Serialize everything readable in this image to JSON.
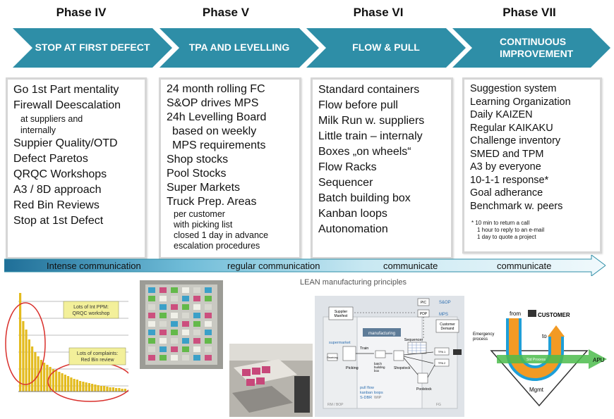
{
  "phases": [
    {
      "title": "Phase IV",
      "banner": "STOP AT FIRST DEFECT"
    },
    {
      "title": "Phase V",
      "banner": "TPA AND LEVELLING"
    },
    {
      "title": "Phase VI",
      "banner": "FLOW & PULL"
    },
    {
      "title": "Phase VII",
      "banner": "CONTINUOUS IMPROVEMENT"
    }
  ],
  "phase4_items": {
    "i0": "Go 1st Part mentality",
    "i1": "Firewall Deescalation",
    "i1a": "at suppliers and",
    "i1b": "internally",
    "i2": "Suppier Quality/OTD",
    "i3": "Defect Paretos",
    "i4": "QRQC Workshops",
    "i5": "A3 / 8D approach",
    "i6": "Red Bin Reviews",
    "i7": "Stop at 1st Defect"
  },
  "phase5_items": {
    "i0": "24 month rolling FC",
    "i1": "S&OP drives MPS",
    "i2": "24h Levelling Board",
    "i2a": "based on weekly",
    "i2b": "MPS requirements",
    "i3": "Shop stocks",
    "i4": "Pool Stocks",
    "i5": "Super Markets",
    "i6": "Truck Prep. Areas",
    "i6a": "per customer",
    "i6b": "with picking list",
    "i6c": "closed 1 day in advance",
    "i6d": "escalation procedures"
  },
  "phase6_items": [
    "Standard containers",
    "Flow before pull",
    "Milk Run w. suppliers",
    "Little train – internaly",
    "Boxes „on wheels“",
    "Flow Racks",
    "Sequencer",
    "Batch building box",
    "Kanban loops",
    "Autonomation"
  ],
  "phase7_items": [
    "Suggestion system",
    "Learning Organization",
    "Daily KAIZEN",
    "Regular KAIKAKU",
    "Challenge inventory",
    "SMED and TPM",
    "A3 by everyone",
    "10-1-1 response*",
    "Goal adherance",
    "Benchmark w. peers"
  ],
  "phase7_footnotes": [
    "* 10 min to return a call",
    "1 hour to reply to an e-mail",
    "1 day to quote a project"
  ],
  "communication": [
    "Intense communication",
    "regular communication",
    "communicate",
    "communicate"
  ],
  "lean_label": "LEAN manufacturing principles",
  "pareto": {
    "note1_a": "Lots of Int PPM:",
    "note1_b": "QRQC workshop",
    "note2_a": "Lots of complaints:",
    "note2_b": "Red Bin review"
  },
  "vsm": {
    "supplier_a": "Supplier",
    "supplier_b": "Manifest",
    "pic": "PIC",
    "sop": "S&OP",
    "pdp": "PDP",
    "mps": "MPS",
    "customer_a": "Customer",
    "customer_b": "Demand",
    "manufacturing": "manufacturing",
    "supermarket": "supermarket",
    "sequencer": "Sequencer",
    "train": "Train",
    "receiving": "Receiving",
    "picking": "Picking",
    "batch_a": "batch",
    "batch_b": "building",
    "batch_c": "box",
    "shopstock": "Shopstock",
    "tpa1": "TPA 1",
    "tpa2": "TPA 2",
    "poolstock": "Poolstock",
    "pull_flow": "pull flow",
    "kanban_loops": "kanban loops",
    "sdbr": "S-DBR",
    "wip": "WIP",
    "rm_bop": "RM / BOP",
    "fg": "FG"
  },
  "escalation": {
    "from": "from",
    "customer": "CUSTOMER",
    "to": "to",
    "emergency_a": "Emergency",
    "emergency_b": "process",
    "std_process": "Std Process",
    "apu": "APU",
    "mgmt": "Mgmt"
  },
  "colors": {
    "banner": "#2e8ea7",
    "arrow_light": "#e3f3f8",
    "arrow_dark": "#1f6f98",
    "pareto_bar": "#e3bb1e",
    "circle": "#d9302c",
    "note": "#f3f09a",
    "u_shape_orange": "#f29a24",
    "u_shape_blue": "#1e9fd8"
  }
}
